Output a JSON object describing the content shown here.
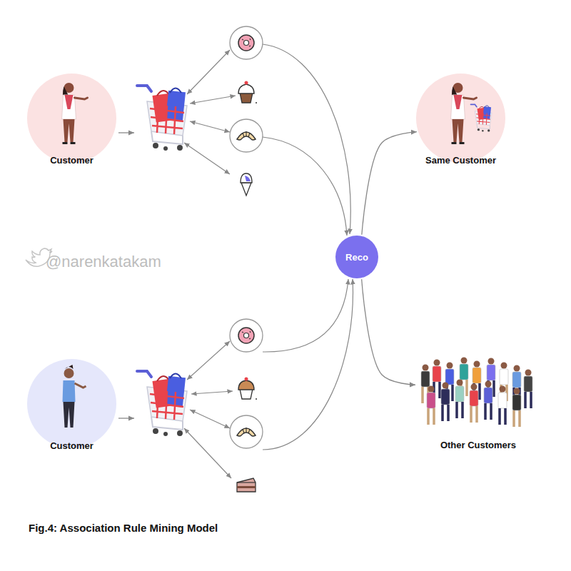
{
  "diagram": {
    "caption": "Fig.4: Association Rule Mining Model",
    "nodes": [
      {
        "text": [
          "Customer"
        ]
      },
      {
        "text": [
          "Same Customer"
        ]
      },
      {
        "text": [
          "Reco"
        ]
      },
      {
        "text": [
          "Customer"
        ]
      },
      {
        "text": [
          "Other Customers"
        ]
      }
    ],
    "edges": [
      {
        "from": 2,
        "to": 1,
        "arrow": "to"
      },
      {
        "from": 2,
        "to": 4,
        "arrow": "to"
      }
    ],
    "labels": [
      "@narenkatakam"
    ]
  }
}
